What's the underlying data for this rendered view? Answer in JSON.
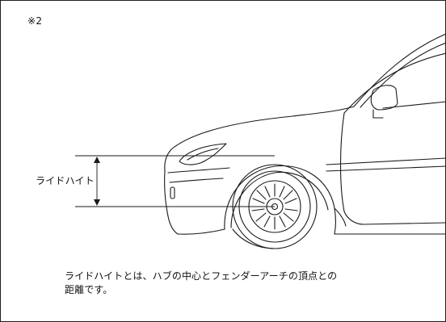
{
  "figure": {
    "note_marker": "※2",
    "dimension_label": "ライドハイト",
    "caption_line_1": "ライドハイトとは、ハブの中心とフェンダーアーチの頂点との",
    "caption_line_2": "距離です。",
    "line_color": "#1a1a1a",
    "background_color": "#ffffff"
  }
}
